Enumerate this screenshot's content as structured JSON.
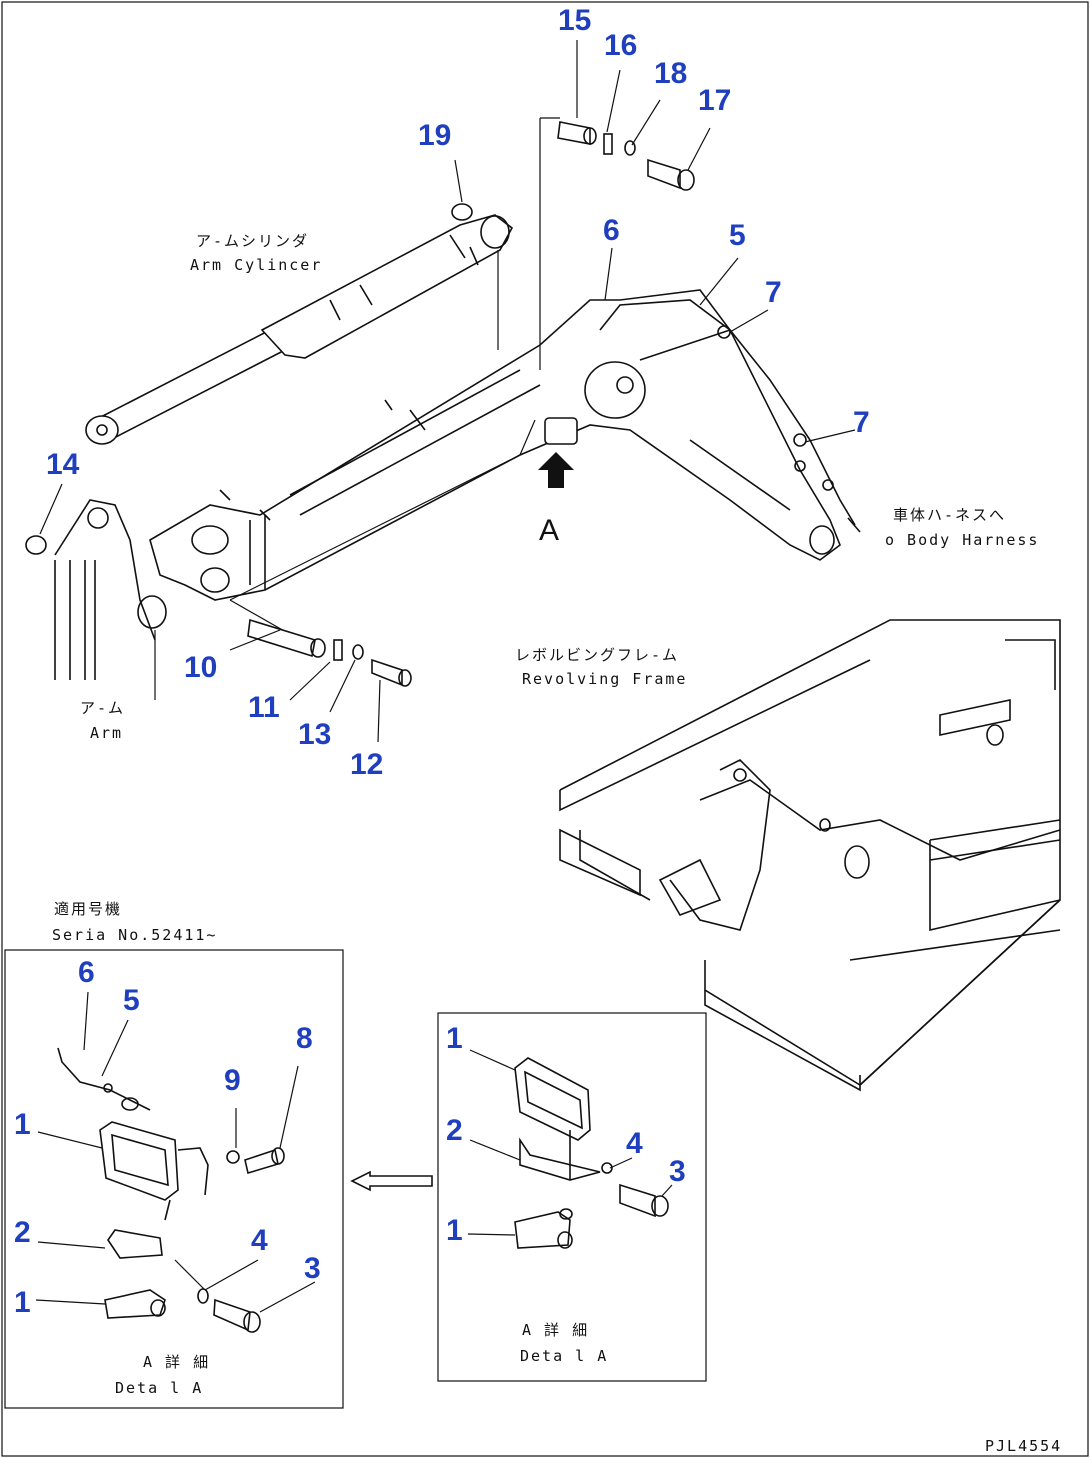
{
  "callouts": [
    {
      "id": "c15",
      "text": "15"
    },
    {
      "id": "c16",
      "text": "16"
    },
    {
      "id": "c18",
      "text": "18"
    },
    {
      "id": "c17",
      "text": "17"
    },
    {
      "id": "c19",
      "text": "19"
    },
    {
      "id": "c6",
      "text": "6"
    },
    {
      "id": "c5",
      "text": "5"
    },
    {
      "id": "c7a",
      "text": "7"
    },
    {
      "id": "c7b",
      "text": "7"
    },
    {
      "id": "c14",
      "text": "14"
    },
    {
      "id": "c10",
      "text": "10"
    },
    {
      "id": "c11",
      "text": "11"
    },
    {
      "id": "c13",
      "text": "13"
    },
    {
      "id": "c12",
      "text": "12"
    }
  ],
  "left_box_callouts": [
    "6",
    "5",
    "1",
    "9",
    "8",
    "2",
    "4",
    "1",
    "3"
  ],
  "right_box_callouts": [
    "1",
    "2",
    "4",
    "3",
    "1"
  ],
  "labels": {
    "arm_cylinder_jp": "ア-ムシリンダ",
    "arm_cylinder_en": "Arm Cylincer",
    "body_harness_jp": "車体ハ-ネスへ",
    "body_harness_en": "o Body Harness",
    "revolving_frame_jp": "レボルビングフレ-ム",
    "revolving_frame_en": "Revolving Frame",
    "arm_jp": "ア-ム",
    "arm_en": "Arm",
    "view_a": "A",
    "serial_jp": "適用号機",
    "serial_en": "Seria  No.52411~",
    "detail_a_left_jp": "A 詳 細",
    "detail_a_left_en": "Deta l A",
    "detail_a_right_jp": "A 詳 細",
    "detail_a_right_en": "Deta l A",
    "drawing_code": "PJL4554"
  }
}
